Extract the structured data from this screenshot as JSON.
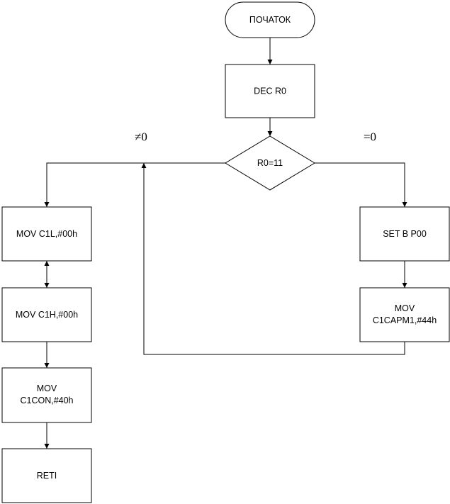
{
  "diagram": {
    "nodes": {
      "start": {
        "lines": [
          "ПОЧАТОК"
        ],
        "shape": "terminator"
      },
      "dec_r0": {
        "lines": [
          "DEC R0"
        ],
        "shape": "process"
      },
      "cond_r0": {
        "lines": [
          "R0=11"
        ],
        "shape": "decision"
      },
      "mov_c1l": {
        "lines": [
          "MOV C1L,#00h"
        ],
        "shape": "process"
      },
      "mov_c1h": {
        "lines": [
          "MOV C1H,#00h"
        ],
        "shape": "process"
      },
      "mov_c1con": {
        "lines": [
          "MOV",
          "C1CON,#40h"
        ],
        "shape": "process"
      },
      "reti": {
        "lines": [
          "RETI"
        ],
        "shape": "process"
      },
      "set_b": {
        "lines": [
          "SET B P00"
        ],
        "shape": "process"
      },
      "mov_c1capm1": {
        "lines": [
          "MOV",
          "C1CAPM1,#44h"
        ],
        "shape": "process"
      }
    },
    "edges": {
      "not_equal_label": "≠0",
      "equal_label": "=0"
    }
  }
}
